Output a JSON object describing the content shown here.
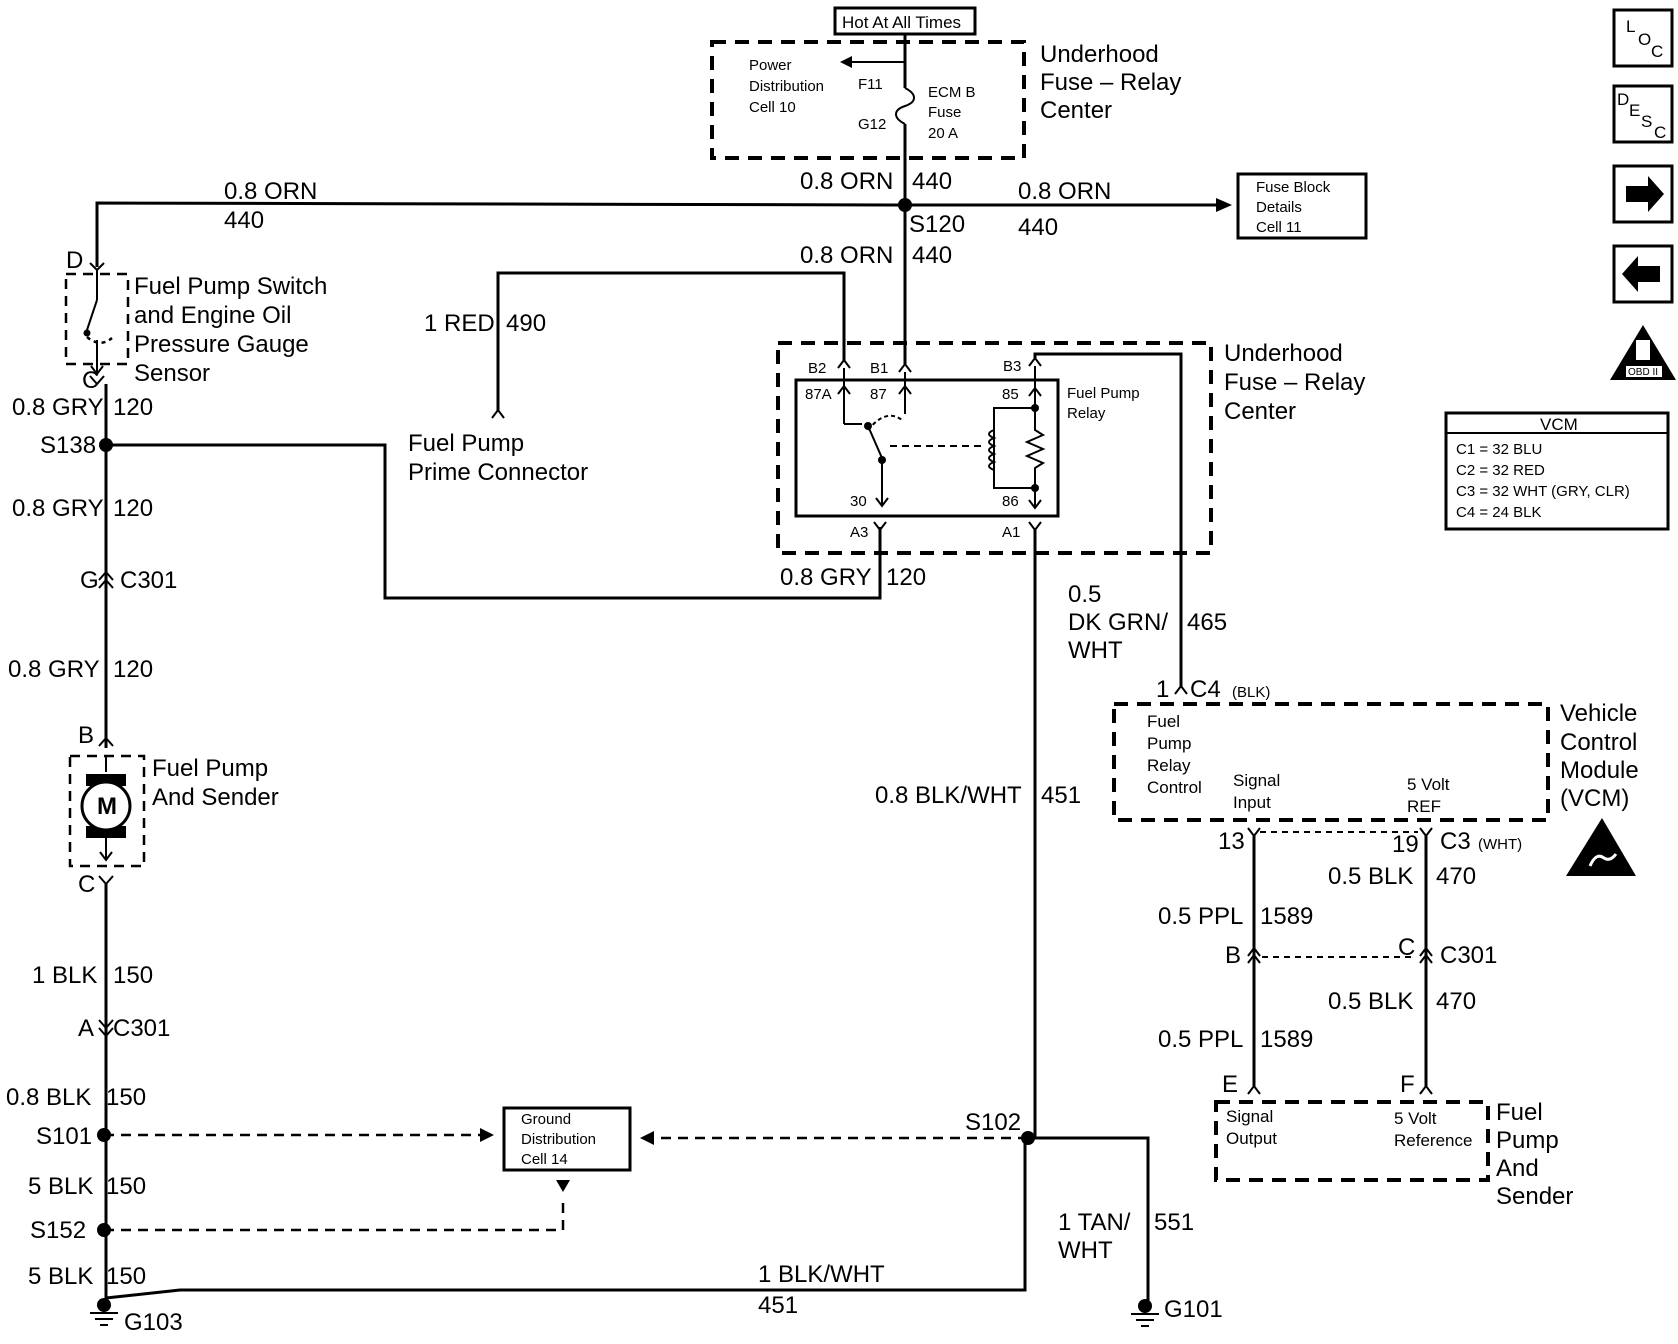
{
  "hot_at_all_times": "Hot At All Times",
  "nav": {
    "loc_l": "L",
    "loc_o": "O",
    "loc_c": "C",
    "desc_d": "D",
    "desc_e": "E",
    "desc_s": "S",
    "desc_c": "C",
    "obd": "OBD II"
  },
  "vcm_table": {
    "title": "VCM",
    "rows": [
      "C1 = 32 BLU",
      "C2 = 32 RED",
      "C3 = 32 WHT (GRY, CLR)",
      "C4 = 24 BLK"
    ]
  },
  "top_fuse": {
    "title": [
      "Underhood",
      "Fuse – Relay",
      "Center"
    ],
    "pdc": [
      "Power",
      "Distribution",
      "Cell 10"
    ],
    "f11": "F11",
    "g12": "G12",
    "fuse": [
      "ECM B",
      "Fuse",
      "20 A"
    ]
  },
  "fuse_block": [
    "Fuse Block",
    "Details",
    "Cell 11"
  ],
  "relay_center": {
    "title": [
      "Underhood",
      "Fuse – Relay",
      "Center"
    ],
    "relay_name": [
      "Fuel Pump",
      "Relay"
    ],
    "pins": {
      "b2": "B2",
      "b1": "B1",
      "b3": "B3",
      "p87a": "87A",
      "p87": "87",
      "p85": "85",
      "p30": "30",
      "p86": "86",
      "a3": "A3",
      "a1": "A1"
    }
  },
  "switch": {
    "name": [
      "Fuel Pump Switch",
      "and Engine Oil",
      "Pressure Gauge",
      "Sensor"
    ],
    "pin_d": "D",
    "pin_c": "C"
  },
  "prime": {
    "name": [
      "Fuel Pump",
      "Prime Connector"
    ]
  },
  "pump_left": {
    "name": [
      "Fuel Pump",
      "And Sender"
    ],
    "pin_b": "B",
    "pin_c": "C",
    "motor": "M"
  },
  "vcm": {
    "name": [
      "Vehicle",
      "Control",
      "Module",
      "(VCM)"
    ],
    "fprc": [
      "Fuel",
      "Pump",
      "Relay",
      "Control"
    ],
    "sig": [
      "Signal",
      "Input"
    ],
    "ref": [
      "5 Volt",
      "REF"
    ],
    "c4_pin": "1",
    "c4": "C4",
    "c4_color": "(BLK)",
    "pin13": "13",
    "pin19": "19",
    "c3": "C3",
    "c3_color": "(WHT)"
  },
  "pump_right": {
    "name": [
      "Fuel",
      "Pump",
      "And",
      "Sender"
    ],
    "sig": [
      "Signal",
      "Output"
    ],
    "ref": [
      "5 Volt",
      "Reference"
    ],
    "pin_e": "E",
    "pin_f": "F"
  },
  "ground_dist": [
    "Ground",
    "Distribution",
    "Cell 14"
  ],
  "wires": {
    "top_left_gauge": "0.8 ORN",
    "top_left_circ": "440",
    "top_mid_gauge": "0.8 ORN",
    "top_mid_circ": "440",
    "top_right_gauge": "0.8 ORN",
    "top_right_circ": "440",
    "b1_gauge": "0.8 ORN",
    "b1_circ": "440",
    "red_gauge": "1 RED",
    "red_circ": "490",
    "gry1_gauge": "0.8 GRY",
    "gry1_circ": "120",
    "gry2_gauge": "0.8 GRY",
    "gry2_circ": "120",
    "gry3_gauge": "0.8 GRY",
    "gry3_circ": "120",
    "gry_a3_gauge": "0.8 GRY",
    "gry_a3_circ": "120",
    "dkgrn_gauge": [
      "0.5",
      "DK GRN/",
      "WHT"
    ],
    "dkgrn_circ": "465",
    "blkwht_gauge": "0.8 BLK/WHT",
    "blkwht_circ": "451",
    "blk1_gauge": "1 BLK",
    "blk1_circ": "150",
    "blk2_gauge": "0.8 BLK",
    "blk2_circ": "150",
    "blk3_gauge": "5 BLK",
    "blk3_circ": "150",
    "blk4_gauge": "5 BLK",
    "blk4_circ": "150",
    "bottom_gauge": "1 BLK/WHT",
    "bottom_circ": "451",
    "tan_gauge": [
      "1 TAN/",
      "WHT"
    ],
    "tan_circ": "551",
    "ppl1_gauge": "0.5 PPL",
    "ppl1_circ": "1589",
    "ppl2_gauge": "0.5 PPL",
    "ppl2_circ": "1589",
    "blk470a_gauge": "0.5 BLK",
    "blk470a_circ": "470",
    "blk470b_gauge": "0.5 BLK",
    "blk470b_circ": "470"
  },
  "splices": {
    "s120": "S120",
    "s138": "S138",
    "s101": "S101",
    "s152": "S152",
    "s102": "S102"
  },
  "connectors": {
    "c301_g_pin": "G",
    "c301_g": "C301",
    "c301_a_pin": "A",
    "c301_a": "C301",
    "c301_b_pin": "B",
    "c301_c_pin": "C",
    "c301_right": "C301"
  },
  "grounds": {
    "g103": "G103",
    "g101": "G101"
  }
}
